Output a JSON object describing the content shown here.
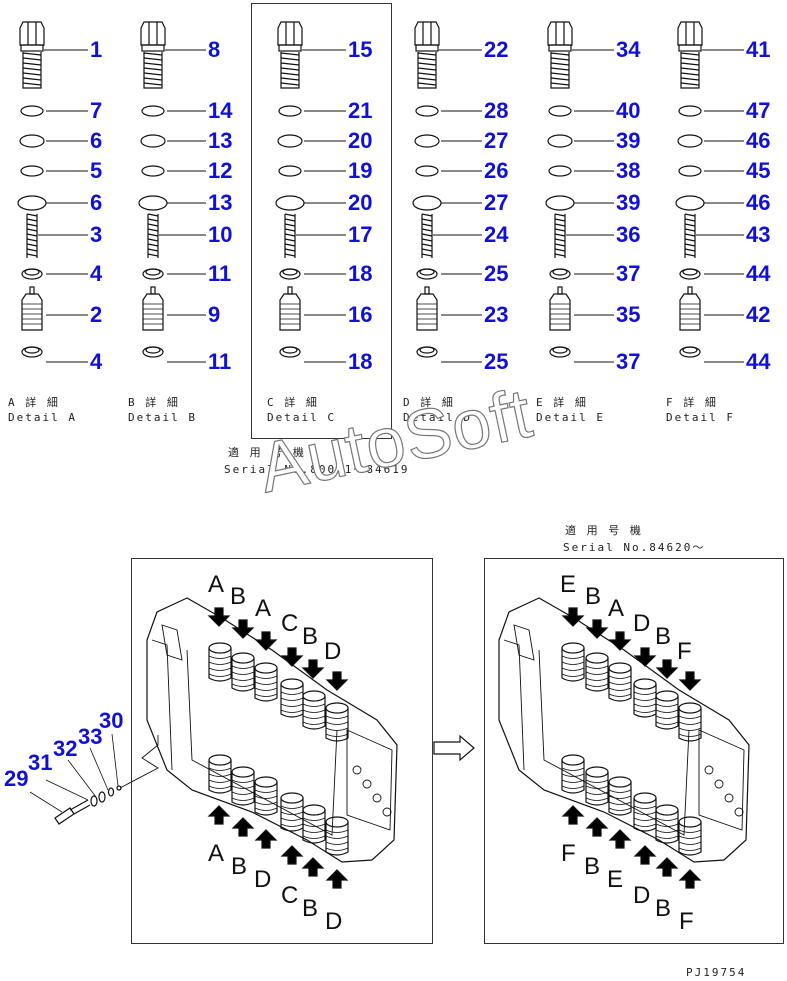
{
  "columns": [
    {
      "parts": [
        "1",
        "7",
        "6",
        "5",
        "6",
        "3",
        "4",
        "2",
        "4"
      ],
      "detail_jp": "A 詳 細",
      "detail_en": "Detail A"
    },
    {
      "parts": [
        "8",
        "14",
        "13",
        "12",
        "13",
        "10",
        "11",
        "9",
        "11"
      ],
      "detail_jp": "B 詳 細",
      "detail_en": "Detail B"
    },
    {
      "parts": [
        "15",
        "21",
        "20",
        "19",
        "20",
        "17",
        "18",
        "16",
        "18"
      ],
      "detail_jp": "C 詳 細",
      "detail_en": "Detail C"
    },
    {
      "parts": [
        "22",
        "28",
        "27",
        "26",
        "27",
        "24",
        "25",
        "23",
        "25"
      ],
      "detail_jp": "D 詳 細",
      "detail_en": "Detail D"
    },
    {
      "parts": [
        "34",
        "40",
        "39",
        "38",
        "39",
        "36",
        "37",
        "35",
        "37"
      ],
      "detail_jp": "E 詳 細",
      "detail_en": "Detail E"
    },
    {
      "parts": [
        "41",
        "47",
        "46",
        "45",
        "46",
        "43",
        "44",
        "42",
        "44"
      ],
      "detail_jp": "F 詳 細",
      "detail_en": "Detail F"
    }
  ],
  "serial_left": {
    "label_jp": "適 用 号 機",
    "text": "Serial No.80001～84619"
  },
  "serial_right": {
    "label_jp": "適 用 号 機",
    "text": "Serial No.84620～"
  },
  "watermark": "AutoSoft",
  "left_assembly": {
    "top_letters": [
      "A",
      "B",
      "A",
      "C",
      "B",
      "D"
    ],
    "bottom_letters": [
      "A",
      "B",
      "D",
      "C",
      "B",
      "D"
    ],
    "plug_parts": [
      "29",
      "31",
      "32",
      "33",
      "30"
    ]
  },
  "right_assembly": {
    "top_letters": [
      "E",
      "B",
      "A",
      "D",
      "B",
      "F"
    ],
    "bottom_letters": [
      "F",
      "B",
      "E",
      "D",
      "B",
      "F"
    ]
  },
  "drawing_number": "PJ19754"
}
